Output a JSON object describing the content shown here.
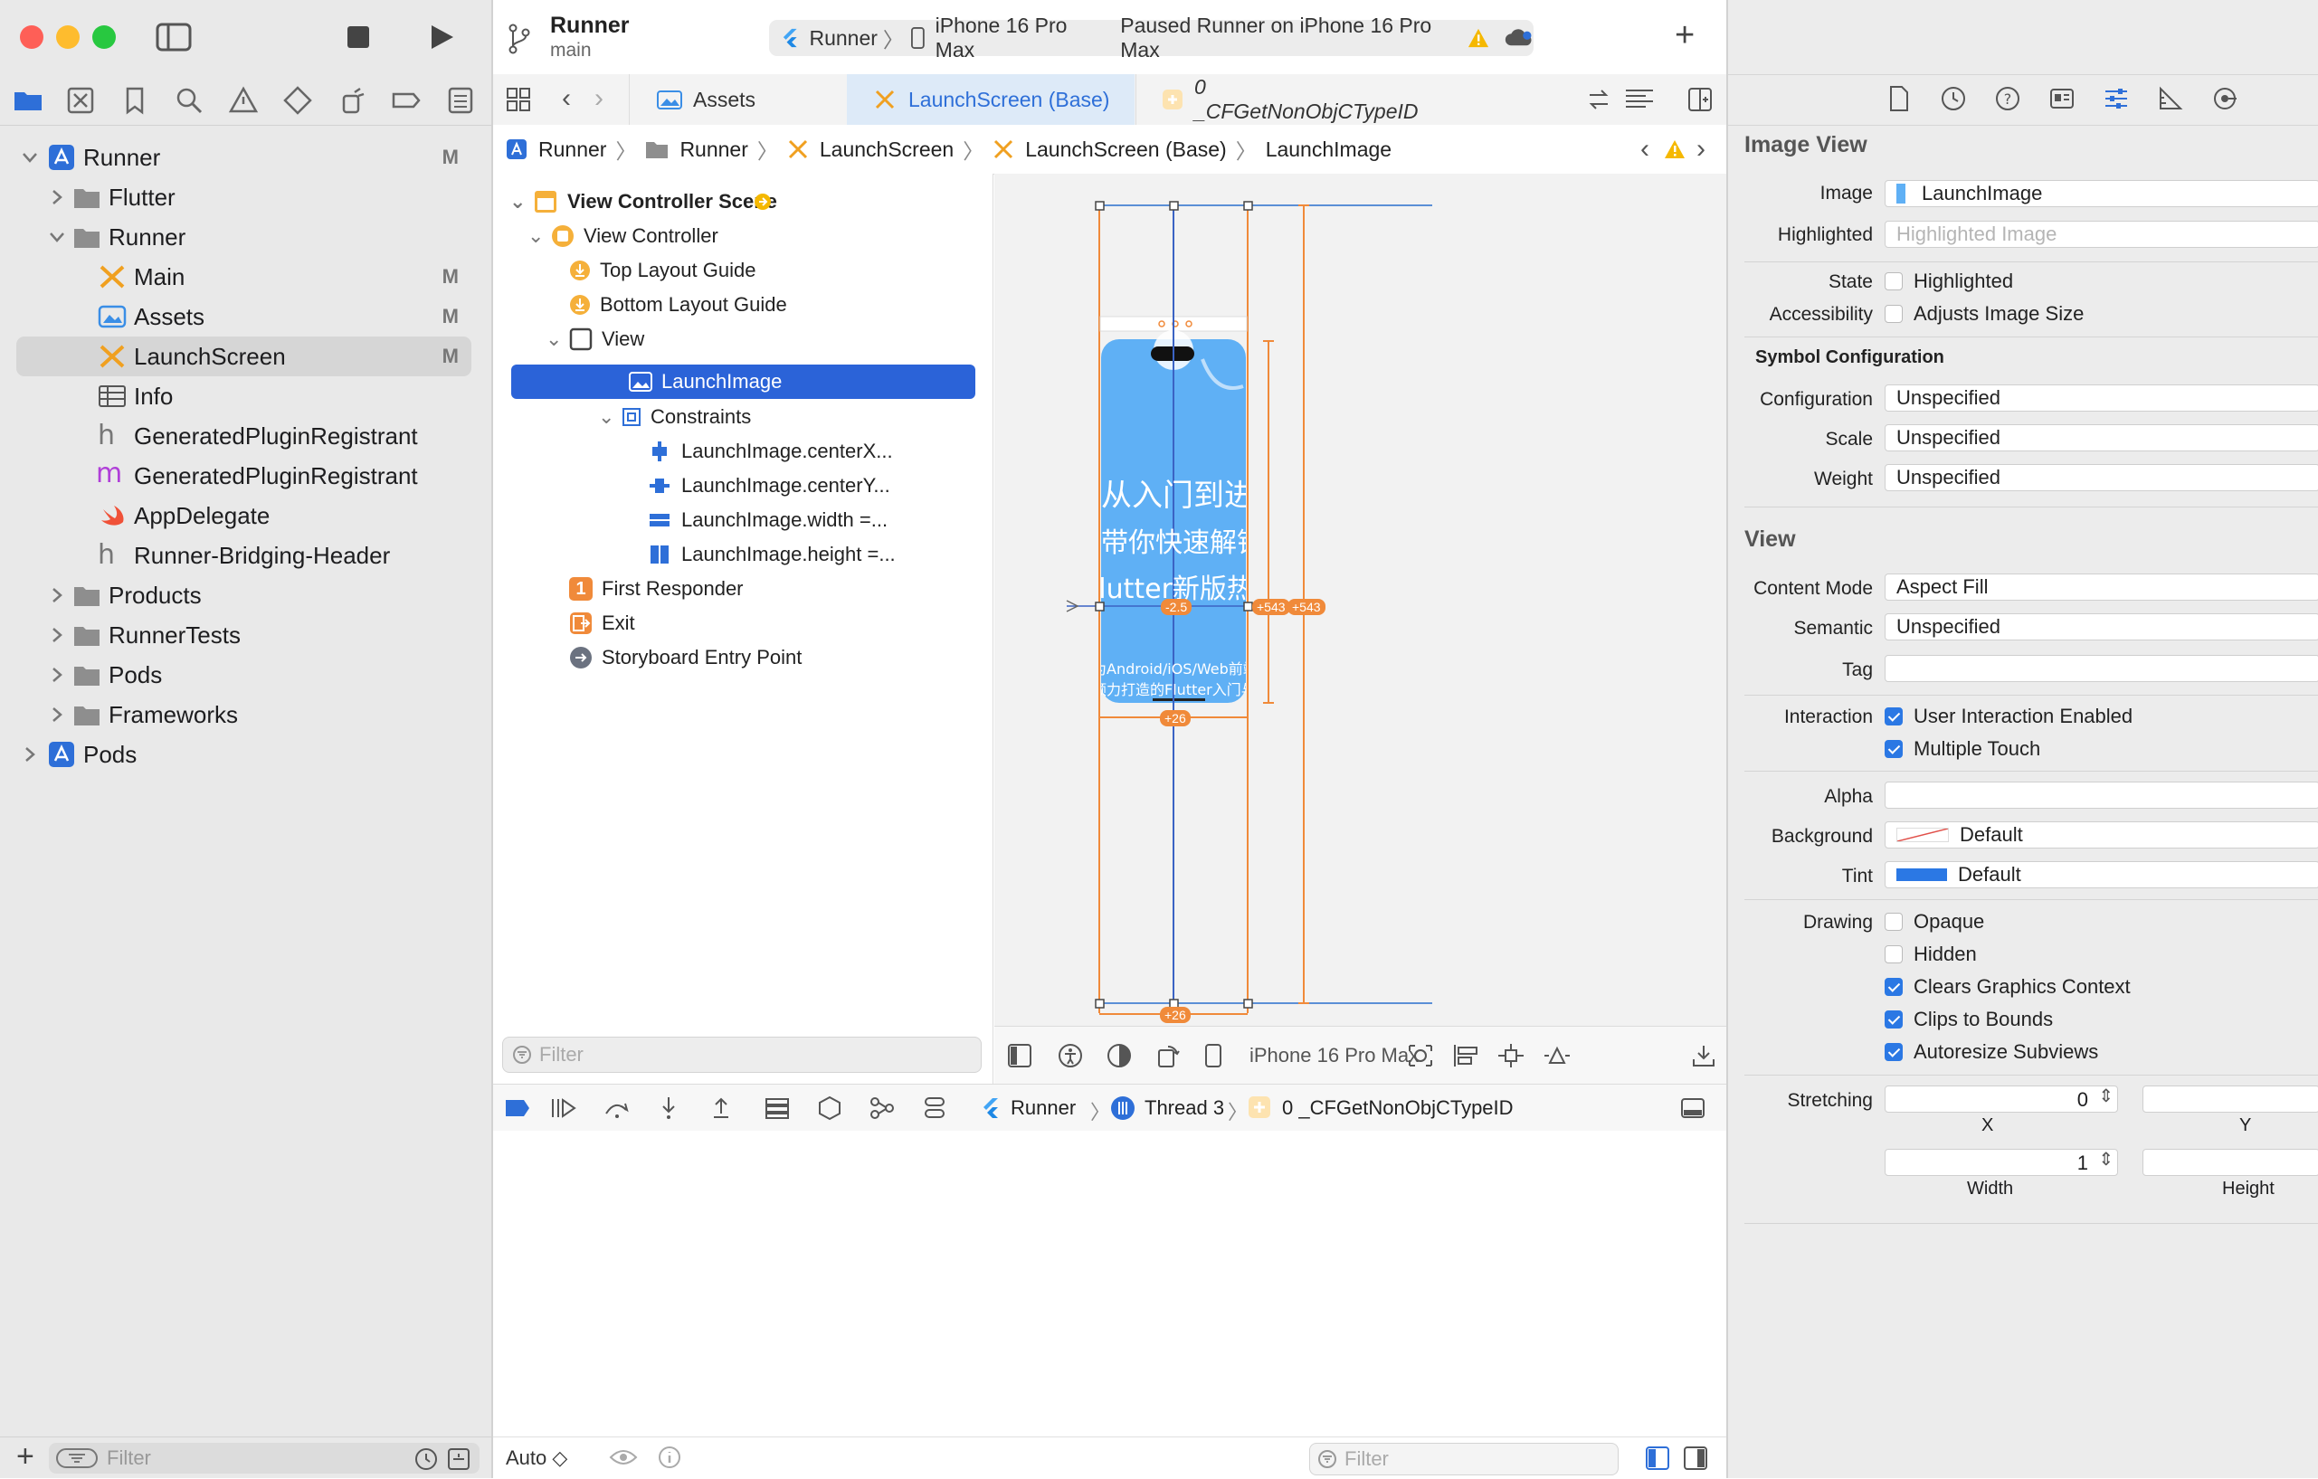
{
  "navigator": {
    "filter_placeholder": "Filter",
    "tree": [
      {
        "label": "Runner",
        "badge": "M"
      },
      {
        "label": "Flutter",
        "badge": ""
      },
      {
        "label": "Runner",
        "badge": ""
      },
      {
        "label": "Main",
        "badge": "M"
      },
      {
        "label": "Assets",
        "badge": "M"
      },
      {
        "label": "LaunchScreen",
        "badge": "M"
      },
      {
        "label": "Info",
        "badge": ""
      },
      {
        "label": "GeneratedPluginRegistrant",
        "badge": ""
      },
      {
        "label": "GeneratedPluginRegistrant",
        "badge": ""
      },
      {
        "label": "AppDelegate",
        "badge": ""
      },
      {
        "label": "Runner-Bridging-Header",
        "badge": ""
      },
      {
        "label": "Products",
        "badge": ""
      },
      {
        "label": "RunnerTests",
        "badge": ""
      },
      {
        "label": "Pods",
        "badge": ""
      },
      {
        "label": "Frameworks",
        "badge": ""
      },
      {
        "label": "Pods",
        "badge": ""
      }
    ]
  },
  "toolbar": {
    "project": "Runner",
    "branch": "main",
    "scheme": "Runner",
    "device": "iPhone 16 Pro Max",
    "status": "Paused Runner on iPhone 16 Pro Max"
  },
  "tabs": [
    {
      "label": "Assets"
    },
    {
      "label": "LaunchScreen (Base)"
    },
    {
      "label": "0 _CFGetNonObjCTypeID"
    }
  ],
  "jump_bar": [
    "Runner",
    "Runner",
    "LaunchScreen",
    "LaunchScreen (Base)",
    "LaunchImage"
  ],
  "outline": {
    "filter_placeholder": "Filter",
    "rows": [
      "View Controller Scene",
      "View Controller",
      "Top Layout Guide",
      "Bottom Layout Guide",
      "View",
      "LaunchImage",
      "Constraints",
      "LaunchImage.centerX...",
      "LaunchImage.centerY...",
      "LaunchImage.width =...",
      "LaunchImage.height =...",
      "First Responder",
      "Exit",
      "Storyboard Entry Point"
    ],
    "first_responder_badge": "1"
  },
  "canvas": {
    "preview_lines": [
      "从入门到进阶",
      "带你快速解锁",
      "Flutter新版热门技术"
    ],
    "preview_small": [
      "为Android/iOS/Web前端工程师",
      "倾力打造的Flutter入门与实战教程"
    ],
    "offsets": {
      "center_y": "-2.5",
      "right_a": "+543",
      "right_b": "+543",
      "bottom_a": "+26",
      "bottom_b": "+26"
    },
    "device_label": "iPhone 16 Pro Max"
  },
  "debug_bar": {
    "crumbs": [
      "Runner",
      "Thread 3",
      "0 _CFGetNonObjCTypeID"
    ]
  },
  "console": {
    "mode": "Auto ◇",
    "filter_placeholder": "Filter"
  },
  "inspector": {
    "image_view": {
      "title": "Image View",
      "image_label": "Image",
      "image_value": "LaunchImage",
      "highlighted_label": "Highlighted",
      "highlighted_placeholder": "Highlighted Image",
      "state_label": "State",
      "state_check": "Highlighted",
      "accessibility_label": "Accessibility",
      "accessibility_check": "Adjusts Image Size",
      "symbol_header": "Symbol Configuration",
      "configuration_label": "Configuration",
      "configuration_value": "Unspecified",
      "scale_label": "Scale",
      "scale_value": "Unspecified",
      "weight_label": "Weight",
      "weight_value": "Unspecified"
    },
    "view": {
      "title": "View",
      "content_mode_label": "Content Mode",
      "content_mode_value": "Aspect Fill",
      "semantic_label": "Semantic",
      "semantic_value": "Unspecified",
      "tag_label": "Tag",
      "tag_value": "",
      "interaction_label": "Interaction",
      "user_interaction": "User Interaction Enabled",
      "multiple_touch": "Multiple Touch",
      "alpha_label": "Alpha",
      "alpha_value": "",
      "background_label": "Background",
      "background_value": "Default",
      "tint_label": "Tint",
      "tint_value": "Default",
      "drawing_label": "Drawing",
      "opaque": "Opaque",
      "hidden": "Hidden",
      "clears": "Clears Graphics Context",
      "clips": "Clips to Bounds",
      "autoresize": "Autoresize Subviews",
      "stretching_label": "Stretching",
      "stretch_x": "0",
      "stretch_width": "1",
      "x_label": "X",
      "y_label": "Y",
      "width_label": "Width",
      "height_label": "Height"
    }
  },
  "colors": {
    "accent": "#2b63d8",
    "warning": "#f5b800",
    "badge_orange": "#f08a3a",
    "phone_blue": "#5fb0f5"
  }
}
